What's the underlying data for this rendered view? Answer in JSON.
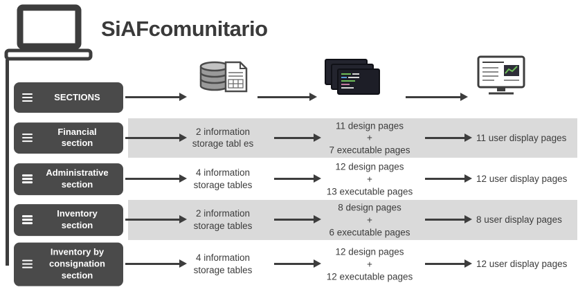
{
  "title": "SiAFcomunitario",
  "header": {
    "sections_label": "SECTIONS",
    "icons": {
      "col1": "database-file-icon",
      "col2": "code-windows-icon",
      "col3": "monitor-report-icon"
    }
  },
  "rows": [
    {
      "section": "Financial\nsection",
      "storage": "2 information\nstorage tabl es",
      "pages": "11 design pages\n+\n7 executable pages",
      "display": "11 user display pages"
    },
    {
      "section": "Administrative\nsection",
      "storage": "4 information\nstorage tables",
      "pages": "12 design pages\n+\n13 executable pages",
      "display": "12 user display pages"
    },
    {
      "section": "Inventory\nsection",
      "storage": "2 information\nstorage tables",
      "pages": "8 design pages\n+\n6 executable pages",
      "display": "8 user display pages"
    },
    {
      "section": "Inventory by\nconsignation\nsection",
      "storage": "4 information\nstorage tables",
      "pages": "12 design pages\n+\n12 executable pages",
      "display": "12 user display pages"
    }
  ],
  "colors": {
    "section_box": "#4a4a4a",
    "row_band": "#dadada",
    "arrow": "#3d3d3d",
    "text": "#3c3c3c"
  }
}
